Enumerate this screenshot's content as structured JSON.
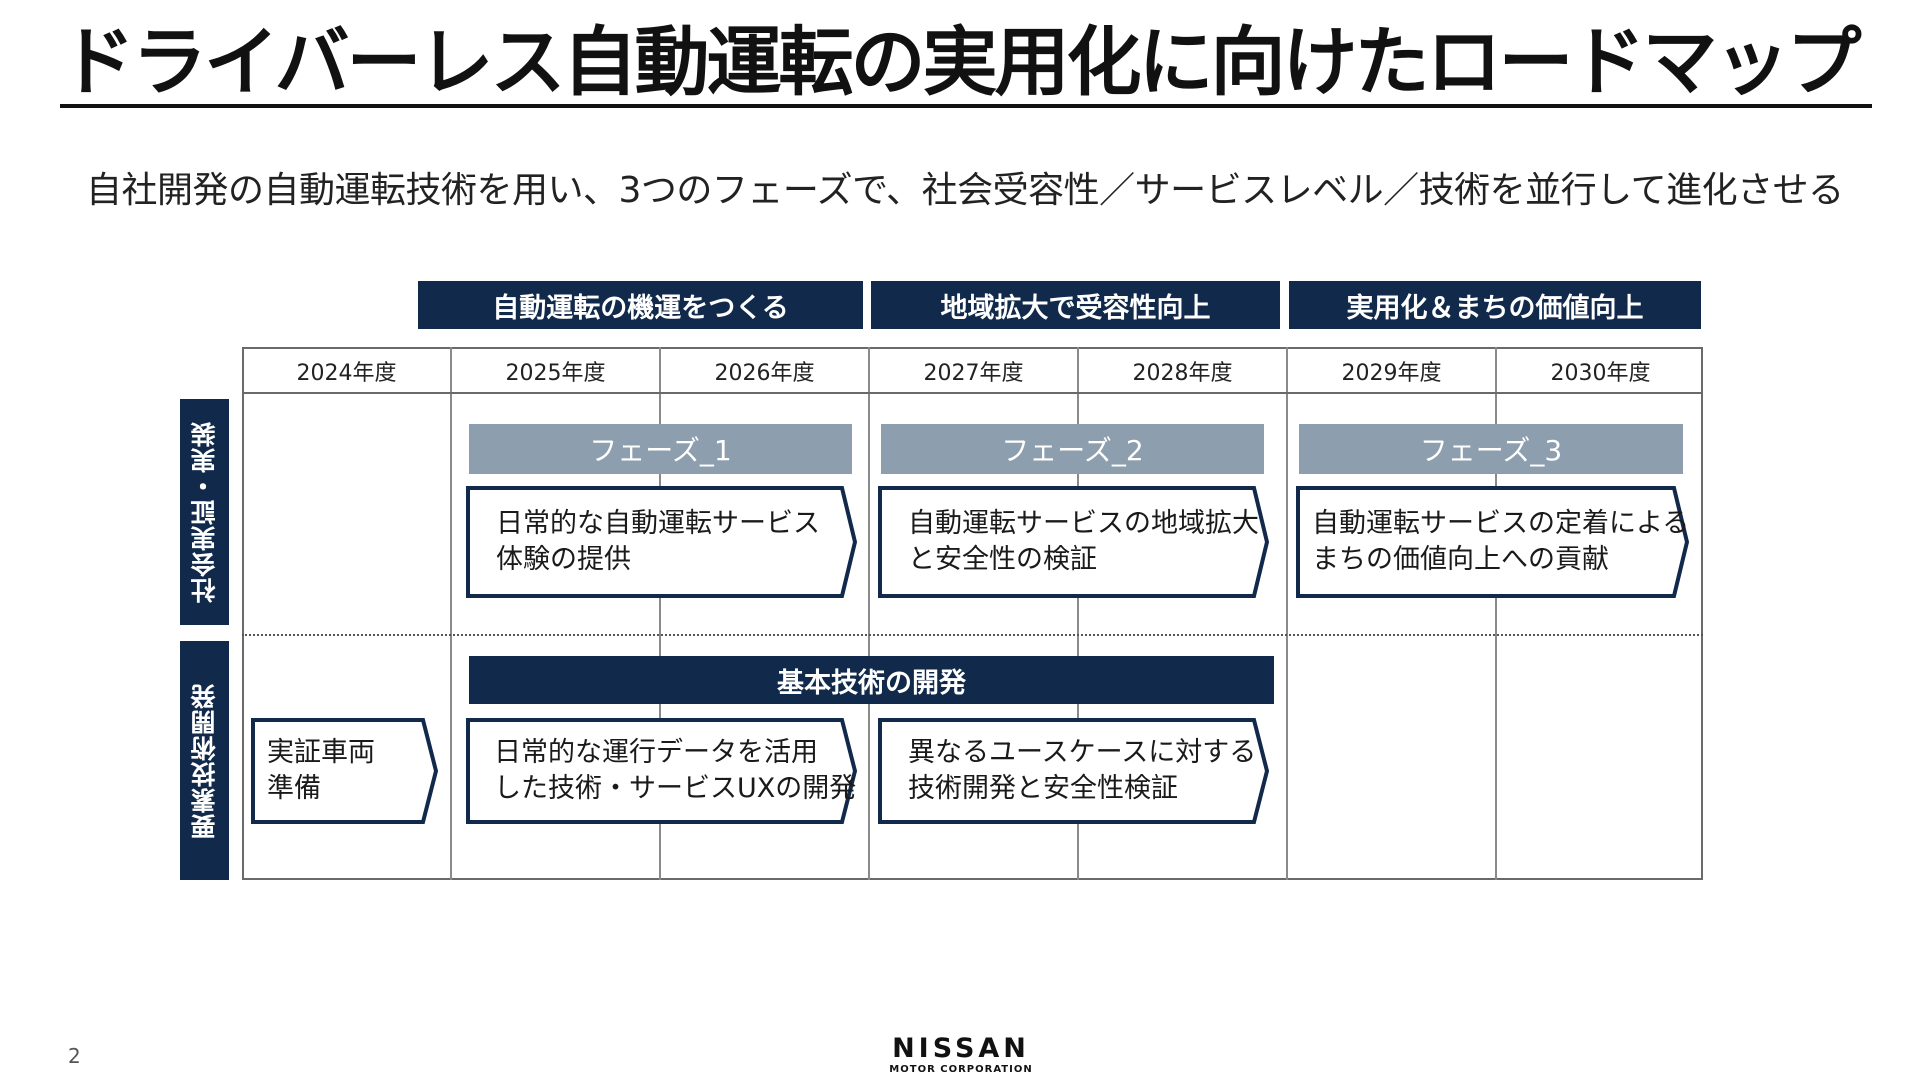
{
  "title": "ドライバーレス自動運転の実用化に向けたロードマップ",
  "subtitle": "自社開発の自動運転技術を用い、3つのフェーズで、社会受容性／サービスレベル／技術を並行して進化させる",
  "phase_headers": [
    "自動運転の機運をつくる",
    "地域拡大で受容性向上",
    "実用化＆まちの価値向上"
  ],
  "years": [
    "2024年度",
    "2025年度",
    "2026年度",
    "2027年度",
    "2028年度",
    "2029年度",
    "2030年度"
  ],
  "row_labels": [
    "社会実証・実装",
    "要素技術開発"
  ],
  "phases": [
    "フェーズ_1",
    "フェーズ_2",
    "フェーズ_3"
  ],
  "social_items": [
    {
      "line1": "日常的な自動運転サービス",
      "line2": "体験の提供"
    },
    {
      "line1": "自動運転サービスの地域拡大",
      "line2": "と安全性の検証"
    },
    {
      "line1": "自動運転サービスの定着による",
      "line2": "まちの価値向上への貢献"
    }
  ],
  "base_tech_label": "基本技術の開発",
  "tech_items": [
    {
      "line1": "実証車両",
      "line2": "準備"
    },
    {
      "line1": "日常的な運行データを活用",
      "line2": "した技術・サービスUXの開発"
    },
    {
      "line1": "異なるユースケースに対する",
      "line2": "技術開発と安全性検証"
    }
  ],
  "page_number": "2",
  "logo": {
    "brand": "NISSAN",
    "sub": "MOTOR CORPORATION"
  },
  "colors": {
    "navy": "#11294a",
    "phase_gray": "#8d9eae",
    "grid": "#6a6a6a"
  }
}
